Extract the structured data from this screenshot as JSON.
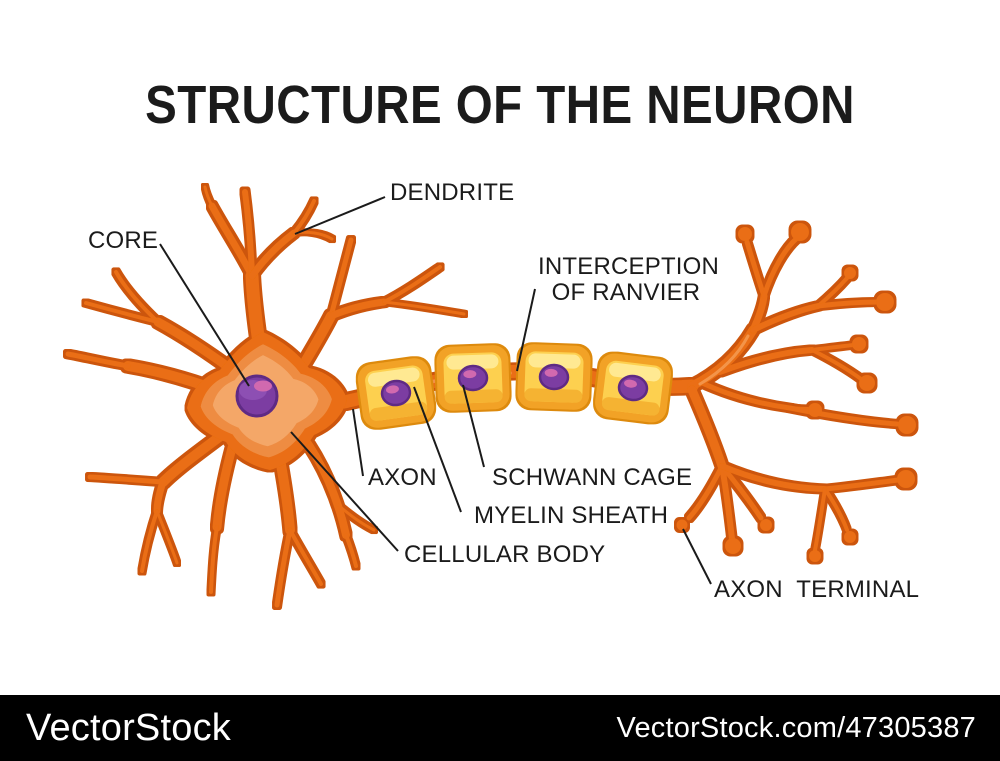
{
  "title": "STRUCTURE OF THE NEURON",
  "labels": {
    "dendrite": "DENDRITE",
    "core": "CORE",
    "interception_of_ranvier": "INTERCEPTION OF RANVIER",
    "axon": "AXON",
    "schwann_cage": "SCHWANN CAGE",
    "myelin_sheath": "MYELIN SHEATH",
    "cellular_body": "CELLULAR BODY",
    "axon_terminal": "AXON TERMINAL"
  },
  "colors": {
    "neuron_orange": "#EA6E12",
    "neuron_outline": "#CC5508",
    "soma_inner_light": "#F4A768",
    "soma_inner_mid": "#EE8C42",
    "nucleus_purple": "#7C3DA2",
    "nucleus_rim": "#5E2C84",
    "nucleus_highlight_pink": "#D169AF",
    "myelin_border_gold": "#F2A227",
    "myelin_fill_yellow": "#FDD04F",
    "myelin_gloss": "#FFE992",
    "label_text": "#1B1B1B",
    "watermark_bg": "#000000",
    "watermark_text": "#FFFFFF"
  },
  "watermark": {
    "brand": "VectorStock",
    "id_text": "VectorStock.com/47305387"
  }
}
